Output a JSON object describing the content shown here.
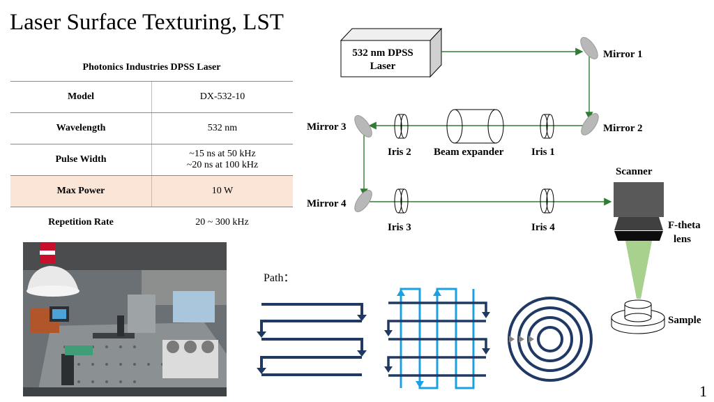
{
  "slide": {
    "title": "Laser Surface Texturing, LST",
    "page_number": "1"
  },
  "spec_table": {
    "header": "Photonics Industries  DPSS Laser",
    "rows": [
      {
        "key": "Model",
        "value": [
          "DX-532-10"
        ]
      },
      {
        "key": "Wavelength",
        "value": [
          "532 nm"
        ]
      },
      {
        "key": "Pulse Width",
        "value": [
          "~15 ns at 50 kHz",
          "~20 ns at 100 kHz"
        ]
      },
      {
        "key": "Max Power",
        "value": [
          "10 W"
        ],
        "highlight": true
      },
      {
        "key": "Repetition Rate",
        "value": [
          "20 ~ 300 kHz"
        ]
      }
    ]
  },
  "diagram": {
    "laser": [
      "532 nm DPSS",
      "Laser"
    ],
    "mirror1": "Mirror 1",
    "mirror2": "Mirror 2",
    "mirror3": "Mirror 3",
    "mirror4": "Mirror 4",
    "iris1": "Iris 1",
    "iris2": "Iris 2",
    "iris3": "Iris 3",
    "iris4": "Iris 4",
    "beam_expander": "Beam expander",
    "scanner": "Scanner",
    "ftheta": [
      "F-theta",
      "lens"
    ],
    "sample": "Sample",
    "beam_color": "#2e7d32"
  },
  "path": {
    "label": "Path：",
    "dark_color": "#1f3864",
    "light_color": "#1ba1e2"
  }
}
